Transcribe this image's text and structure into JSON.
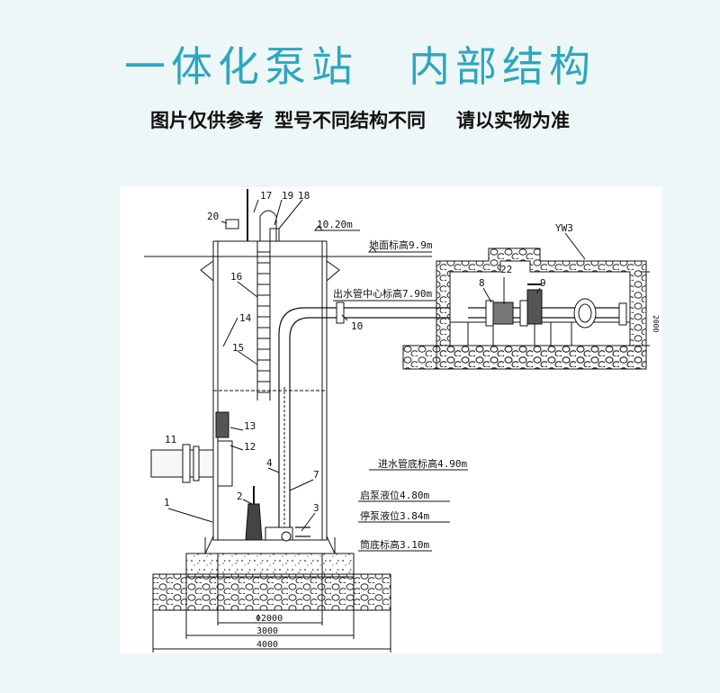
{
  "header": {
    "title_left": "一体化泵站",
    "title_right": "内部结构",
    "note_1": "图片仅供参考",
    "note_2": "型号不同结构不同",
    "note_3": "请以实物为准"
  },
  "colors": {
    "title": "#2ea6bf",
    "page_background": "#eef7f7"
  },
  "diagram": {
    "part_labels": [
      "1",
      "2",
      "3",
      "4",
      "7",
      "8",
      "9",
      "10",
      "11",
      "12",
      "13",
      "14",
      "15",
      "16",
      "17",
      "18",
      "19",
      "20",
      "22",
      "YW3"
    ],
    "elevations": {
      "top": "10.20m",
      "ground": "地面标高9.9m",
      "outlet_center": "出水管中心标高7.90m",
      "inlet_bottom": "进水管底标高4.90m",
      "pump_start": "启泵液位4.80m",
      "pump_stop": "停泵液位3.84m",
      "tank_bottom": "筒底标高3.10m"
    },
    "dimensions": {
      "d_inner": "Φ2000",
      "d_slab": "3000",
      "d_base": "4000",
      "valve_well_height": "2000"
    }
  }
}
